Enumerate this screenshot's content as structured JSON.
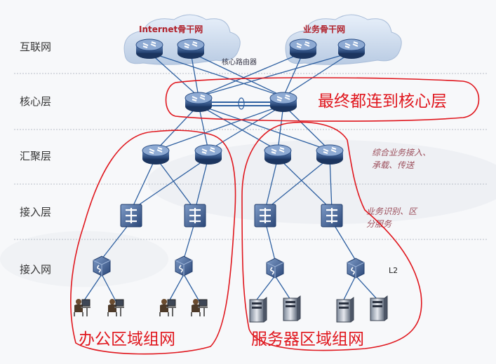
{
  "layers": [
    "互联网",
    "核心层",
    "汇聚层",
    "接入层",
    "接入网"
  ],
  "clouds": {
    "internet_label": "Internet骨干网",
    "business_label": "业务骨干网"
  },
  "core_router_label": "核心路由器",
  "core_highlight": "最终都连到核心层",
  "notes": {
    "aggregation": [
      "综合业务接入、",
      "承载、传送"
    ],
    "access": [
      "业务识别、区",
      "分服务"
    ]
  },
  "l2_label": "L2",
  "zones": {
    "office": "办公区域组网",
    "server": "服务器区域组网"
  },
  "colors": {
    "annotation_red": "#e0161d",
    "router_blue": "#2c4f86",
    "link_blue": "#2d5fa0"
  },
  "icons": {
    "router": "router-icon",
    "l3_switch": "layer3-switch-icon",
    "l2_switch": "layer2-switch-icon",
    "pc_user": "pc-user-icon",
    "server": "server-icon"
  }
}
